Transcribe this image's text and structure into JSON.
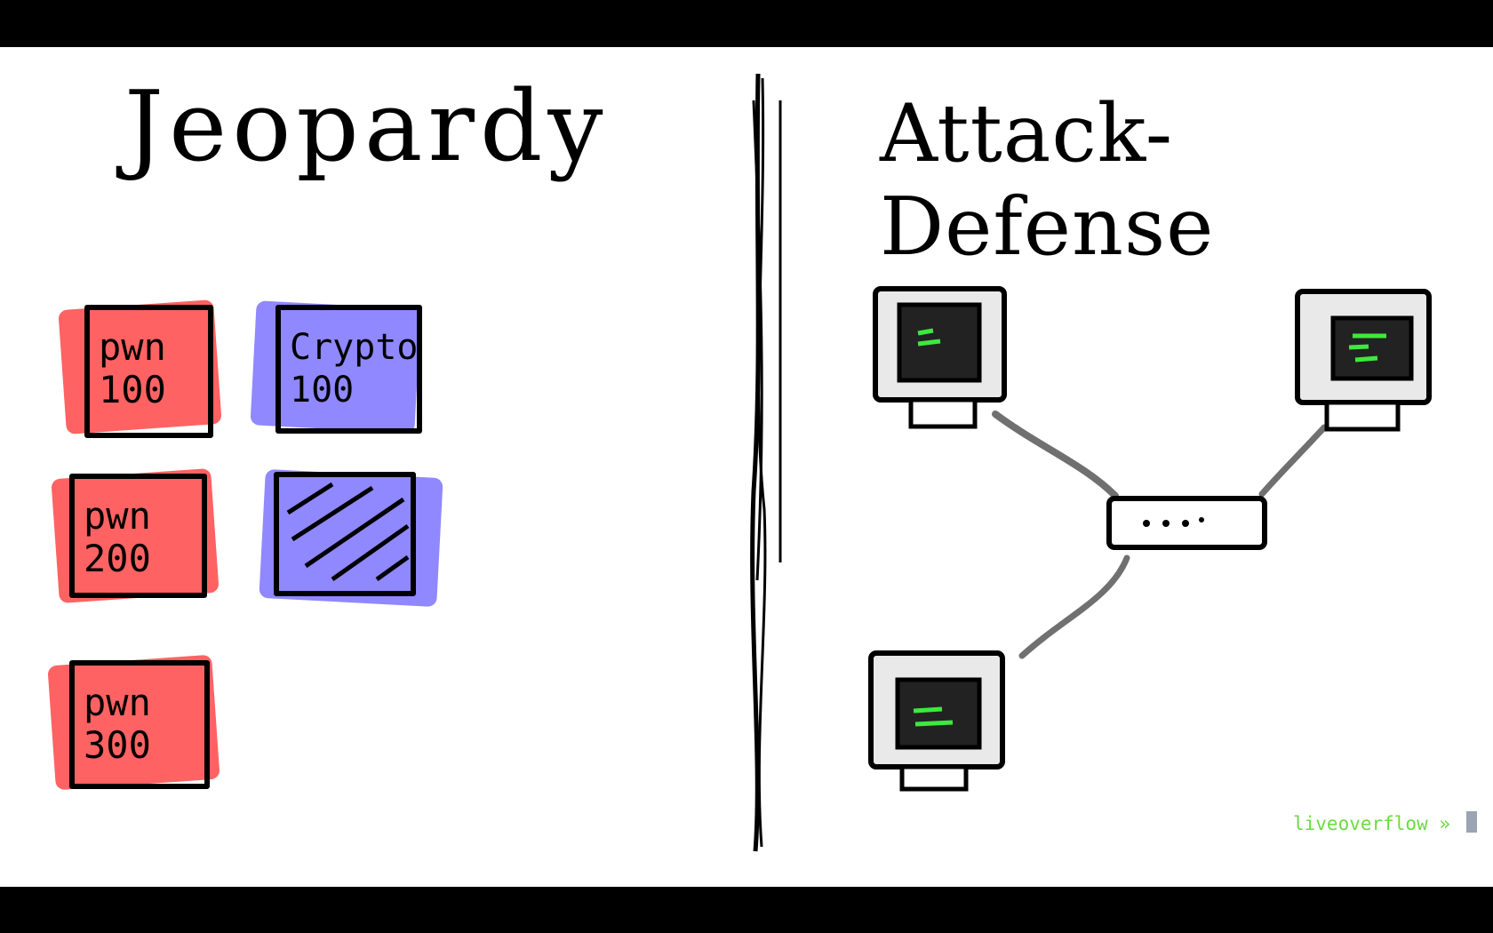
{
  "headings": {
    "left": "Jeopardy",
    "right": "Attack-Defense"
  },
  "challenges": [
    {
      "category": "pwn",
      "points": "100",
      "color": "#ff5a5a"
    },
    {
      "category": "pwn",
      "points": "200",
      "color": "#ff5a5a"
    },
    {
      "category": "pwn",
      "points": "300",
      "color": "#ff5a5a"
    },
    {
      "category": "Crypto",
      "points": "100",
      "color": "#8a82ff"
    },
    {
      "category": "",
      "points": "",
      "color": "#8a82ff",
      "solved": true
    }
  ],
  "network": {
    "computers": [
      "computer-top-left",
      "computer-top-right",
      "computer-bottom-left"
    ],
    "hub": "network-switch",
    "screen_accent": "#3ee83e",
    "link_color": "#707070"
  },
  "branding": {
    "text": "liveoverflow »"
  }
}
